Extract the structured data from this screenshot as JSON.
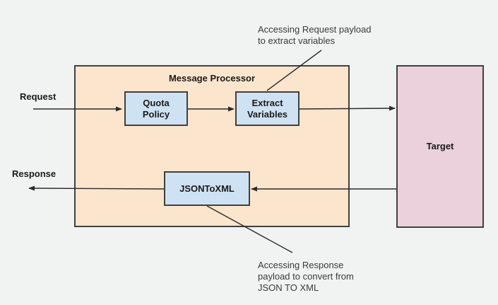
{
  "background": "#f1f2f2",
  "diagram": {
    "processor": {
      "title": "Message Processor",
      "fill": "#fce5cd"
    },
    "flow_labels": {
      "request": "Request",
      "response": "Response"
    },
    "nodes": {
      "quota_policy": {
        "label": "Quota\nPolicy",
        "fill": "#cfe2f3"
      },
      "extract_variables": {
        "label": "Extract\nVariables",
        "fill": "#cfe2f3"
      },
      "json_to_xml": {
        "label": "JSONToXML",
        "fill": "#cfe2f3"
      },
      "target": {
        "label": "Target",
        "fill": "#ead1dc"
      }
    },
    "annotations": {
      "request_note": "Accessing Request payload\nto extract variables",
      "response_note": "Accessing Response\npayload to convert from\nJSON TO XML"
    },
    "colors": {
      "border": "#404040",
      "arrow": "#2b2b2b",
      "text": "#1a1a1a"
    }
  }
}
